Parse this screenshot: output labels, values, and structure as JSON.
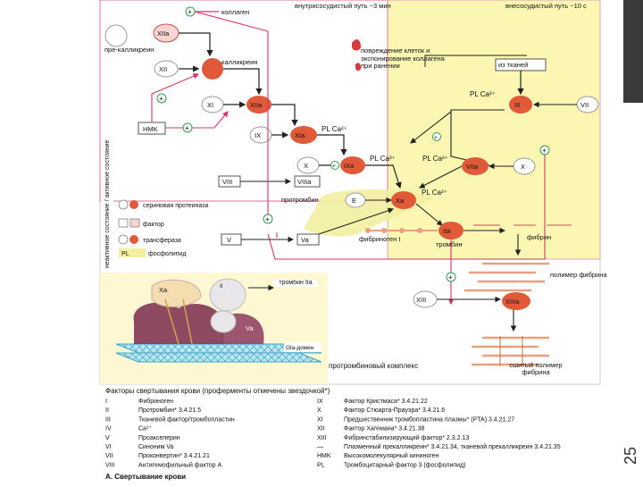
{
  "intrinsic_title": "внутрисосудистый путь ~3 мин",
  "extrinsic_title": "внесосудистый путь ~10 с",
  "collagen": "коллаген",
  "prekallikrein": "пре-калликреин",
  "kallikrein": "калликреин",
  "hmk": "HMK",
  "factors": {
    "xiia": "XIIa",
    "xii": "XII",
    "xi": "XI",
    "xia": "XIIa",
    "ix": "IX",
    "ixa": "XIa",
    "x1": "X",
    "ixa2": "IXa",
    "viii": "VIII",
    "viiia": "VIIIa",
    "e": "E",
    "xa": "Xa",
    "iii": "III",
    "vii": "VII",
    "viia": "VIIa",
    "x2": "X",
    "v": "V",
    "va": "Va",
    "iia": "IIa",
    "xiii": "XIII",
    "xiiia": "XIIIa"
  },
  "pl_labels": [
    "PL Ca²⁺",
    "PL Ca²⁺",
    "PL Ca²⁺",
    "PL Ca²⁺",
    "PL Ca²⁺"
  ],
  "damage_note": "повреждение клеток и экспонирование коллагена при ранении",
  "from_tissues": "из тканей",
  "prothrombin": "протромбин",
  "fibrinogen": "фибриноген I",
  "thrombin": "тромбин",
  "fibrin": "фибрин",
  "fibrin_polymer": "полимер фибрина",
  "crosslinked": "сшитый полимер фибрина",
  "prothrombinase": "протромбиновый комплекс",
  "gla_domain": "Gla-домен",
  "complex_labels": {
    "xa": "Xa",
    "ii": "II",
    "va": "Va",
    "thrombin_iia": "тромбин IIa"
  },
  "legend": {
    "side_label": "неактивное состояние / активное состояние",
    "items": [
      "сериновая протеиназа",
      "фактор",
      "трансфераза",
      "фосфолипид"
    ],
    "pl": "PL"
  },
  "factor_table": {
    "header": "Факторы свертывания крови (проферменты отмечены звездочкой*)",
    "left": [
      {
        "n": "I",
        "t": "Фибриноген"
      },
      {
        "n": "II",
        "t": "Протромбин* 3.4.21.5"
      },
      {
        "n": "III",
        "t": "Тканевой фактор/тромбопластин"
      },
      {
        "n": "IV",
        "t": "Ca²⁺"
      },
      {
        "n": "V",
        "t": "Проакселерин"
      },
      {
        "n": "VI",
        "t": "Синоним Va"
      },
      {
        "n": "VII",
        "t": "Проконвертин* 3.4.21.21"
      },
      {
        "n": "VIII",
        "t": "Антигемофильный фактор А"
      }
    ],
    "right": [
      {
        "n": "IX",
        "t": "Фактор Кристмаса* 3.4.21.22"
      },
      {
        "n": "X",
        "t": "Фактор Стюарта-Прауэра* 3.4.21.6"
      },
      {
        "n": "XI",
        "t": "Предшественник тромбопластина плазмы* (PTA) 3.4.21.27"
      },
      {
        "n": "XII",
        "t": "Фактор Хагемана* 3.4.21.38"
      },
      {
        "n": "XIII",
        "t": "Фибринстабилизирующий фактор* 2.3.2.13"
      },
      {
        "n": "—",
        "t": "Плазменный прекалликреин* 3.4.21.34, тканевой прекалликреин 3.4.21.35"
      },
      {
        "n": "HMK",
        "t": "Высокомолекулярный кининоген"
      },
      {
        "n": "PL",
        "t": "Тромбоцитарный фактор 3 (фосфолипид)"
      }
    ]
  },
  "caption": "А. Свертывание крови",
  "slide_number": "25",
  "colors": {
    "extrinsic_bg": "#fbf6b2",
    "serine": "#e05a3a",
    "factor": "#f7d4d0",
    "arrow_pink": "#d6336c",
    "arrow_dark": "#222222",
    "fibrin": "#e8a07e",
    "membrane": "#8fd6e8",
    "complex_purple": "#7a2b4e"
  }
}
